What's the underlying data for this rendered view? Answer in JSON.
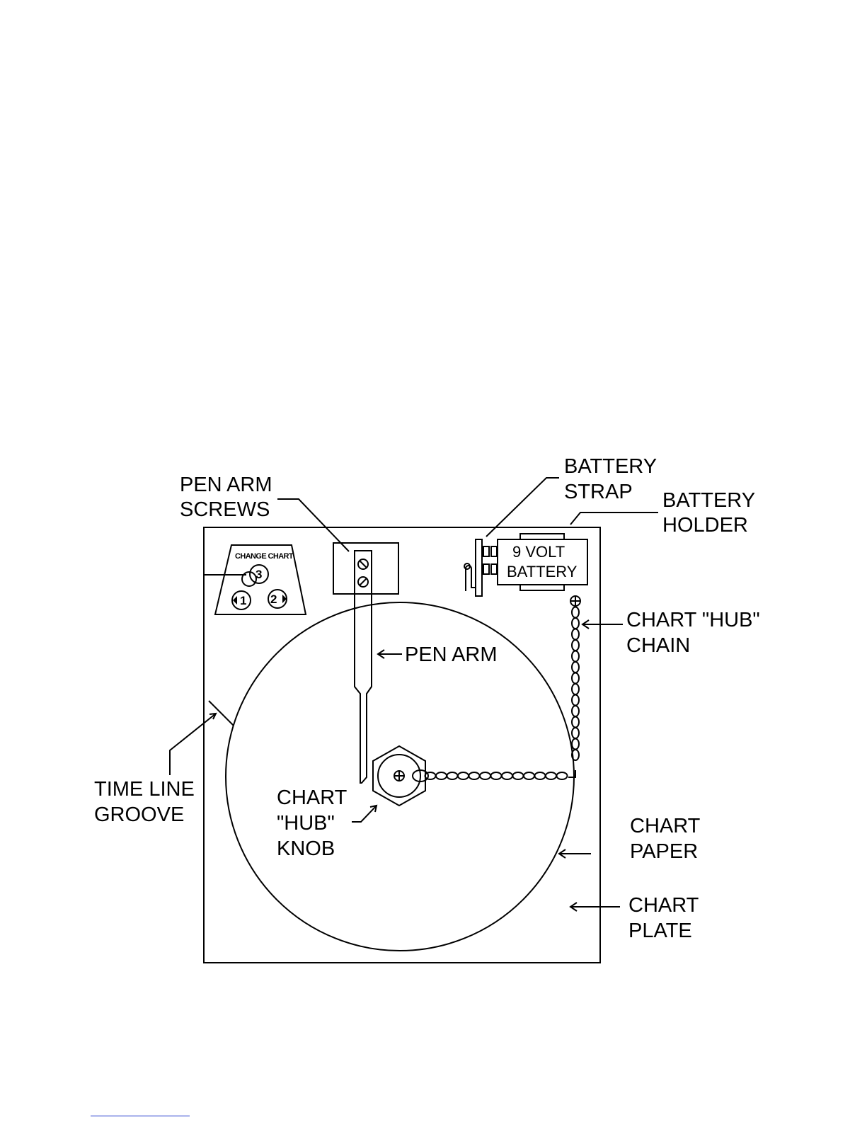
{
  "labels": {
    "pen_arm_screws": [
      "PEN ARM",
      "SCREWS"
    ],
    "battery_strap": [
      "BATTERY",
      "STRAP"
    ],
    "battery_holder": [
      "BATTERY",
      "HOLDER"
    ],
    "battery": [
      "9 VOLT",
      "BATTERY"
    ],
    "change_chart": "CHANGE CHART",
    "button_1": "1",
    "button_2": "2",
    "button_3": "3",
    "chart_hub_chain": [
      "CHART \"HUB\"",
      "CHAIN"
    ],
    "pen_arm": "PEN ARM",
    "time_line_groove": [
      "TIME LINE",
      "GROOVE"
    ],
    "chart_hub_knob": [
      "CHART",
      "\"HUB\"",
      "KNOB"
    ],
    "chart_paper": [
      "CHART",
      "PAPER"
    ],
    "chart_plate": [
      "CHART",
      "PLATE"
    ]
  }
}
